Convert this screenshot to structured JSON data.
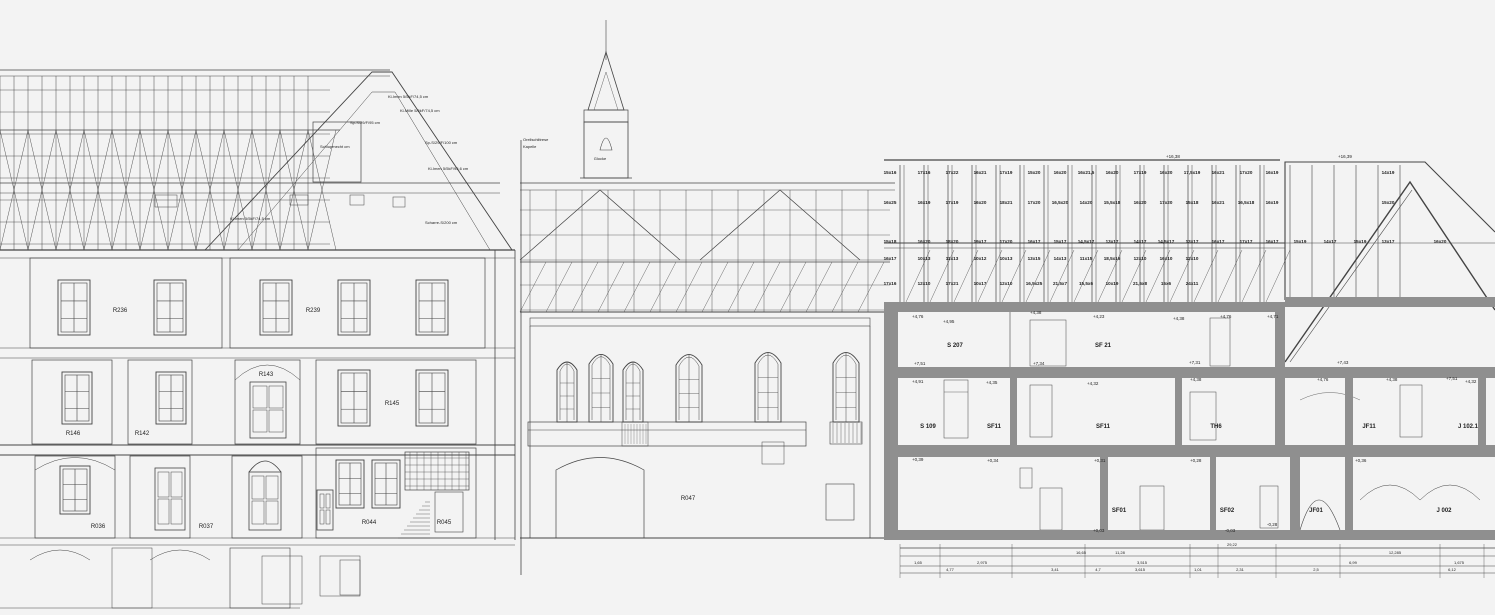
{
  "drawing": {
    "chapel": {
      "name_line1": "Orellschlitrese",
      "name_line2": "Kapelle",
      "bell_label": "Glocke"
    },
    "left_rooms": [
      "R236",
      "R239",
      "R146",
      "R142",
      "R143",
      "R145",
      "R036",
      "R037",
      "R044",
      "R045"
    ],
    "middle_rooms": [
      "R047"
    ],
    "roof_notes": [
      "Kl-Imen 5/5kF/74,5 cm",
      "Kl-Mille 5/5kF/74,5 cm",
      "Sp-S/29/F/95 cm",
      "Schlupmecht cm",
      "Kl-Imen 5/5kF/95,6 cm",
      "Sp-S/29/F/100 cm",
      "Kl-Imen 5/5kF/74,5 cm",
      "Scharre-S/200 cm"
    ],
    "section_rooms": [
      {
        "label": "S 207",
        "bold": true
      },
      {
        "label": "SF 21",
        "bold": true
      },
      {
        "label": "S 109",
        "bold": true
      },
      {
        "label": "SF11",
        "bold": true
      },
      {
        "label": "SF11",
        "bold": true
      },
      {
        "label": "TH6",
        "bold": true
      },
      {
        "label": "JF11",
        "bold": true
      },
      {
        "label": "J 102.1",
        "bold": true
      },
      {
        "label": "SF01",
        "bold": true
      },
      {
        "label": "SF02",
        "bold": true
      },
      {
        "label": "JF01",
        "bold": true
      },
      {
        "label": "J 002",
        "bold": true
      }
    ],
    "beam_sizes": [
      "15x16",
      "17x16",
      "17x22",
      "16x21",
      "17x19",
      "15x20",
      "16x20",
      "16x21,5",
      "16x20",
      "17x19",
      "16x20",
      "17,5x19",
      "16x21",
      "17x20",
      "16x19",
      "14x19",
      "16x25",
      "16x19",
      "17x19",
      "16x20",
      "18x21",
      "17x20",
      "16,5x20",
      "14x20",
      "15,5x18",
      "16x20",
      "17x20",
      "15x18",
      "16x21",
      "16,5x18",
      "16x19",
      "15x20",
      "15x18",
      "16x20",
      "18x20",
      "19x17",
      "17x20",
      "16x17",
      "15x17",
      "14,5x17",
      "13x17",
      "14x17",
      "14,5x17",
      "13x17",
      "16x17",
      "17x17",
      "16x17",
      "13x17",
      "15x19",
      "14x17",
      "15x19",
      "16x20",
      "16x17",
      "10x13",
      "11x13",
      "10x12",
      "10x13",
      "13x15",
      "14x13",
      "11x15",
      "18,5x16",
      "12x10",
      "16x10",
      "12x10",
      "17x16",
      "12x10",
      "17x21",
      "10x17",
      "12x10",
      "16,5x25",
      "21,5x7",
      "15,5x6",
      "10x19",
      "21,5x8",
      "15x6",
      "24x11"
    ],
    "elevations": [
      "+16,38",
      "+16,39",
      "+4,76",
      "+4,95",
      "+4,38",
      "+4,23",
      "+4,38",
      "+4,76",
      "+4,71",
      "+7,51",
      "+7,34",
      "+7,31",
      "+7,43",
      "+7,51",
      "+4,91",
      "+4,35",
      "+4,32",
      "+4,38",
      "+4,76",
      "+4,38",
      "+4,32",
      "+0,39",
      "+0,34",
      "+0,31",
      "+0,28",
      "+0,03",
      "-0,03",
      "-0,28",
      "+0,36"
    ],
    "dimension_values": [
      "29,22",
      "16,65",
      "11,28",
      "12,285",
      "1,65",
      "2,975",
      "3,615",
      "4,77",
      "3,41",
      "4,7",
      "3,515",
      "1,01",
      "2,31",
      "2,5",
      "6,99",
      "1,675",
      "6,12"
    ]
  }
}
